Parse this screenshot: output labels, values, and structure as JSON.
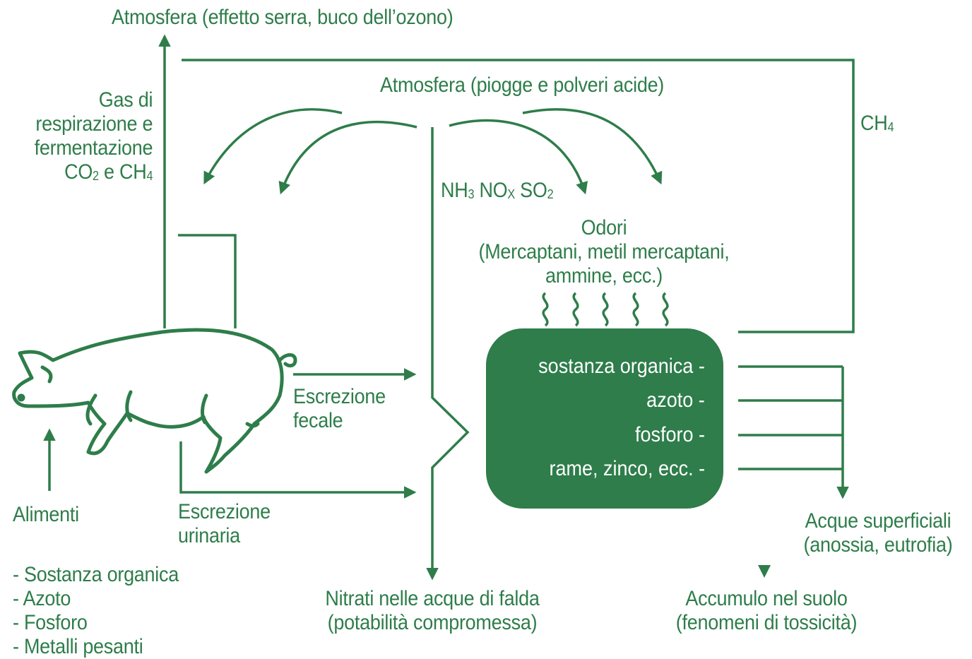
{
  "colors": {
    "accent": "#2e7d4a",
    "box_text": "#ffffff"
  },
  "labels": {
    "atm_top": "Atmosfera (effetto serra, buco dell’ozono)",
    "atm_acid": "Atmosfera (piogge e polveri acide)",
    "gas": [
      "Gas di",
      "respirazione e",
      "fermentazione"
    ],
    "gas_formula": {
      "co": "CO",
      "co_sub": "2",
      "and_ch": " e CH",
      "ch_sub": "4"
    },
    "ch4": {
      "text": "CH",
      "sub": "4"
    },
    "emissions": {
      "nh": "NH",
      "nh_sub": "3",
      "no": " NO",
      "no_sub": "X",
      "so": " SO",
      "so_sub": "2"
    },
    "odori": [
      "Odori",
      "(Mercaptani, metil mercaptani,",
      "ammine, ecc.)"
    ],
    "escrezione_fecale": [
      "Escrezione",
      "fecale"
    ],
    "escrezione_urinaria": [
      "Escrezione",
      "urinaria"
    ],
    "alimenti": "Alimenti",
    "alimenti_list": [
      "- Sostanza organica",
      "- Azoto",
      "- Fosforo",
      "- Metalli pesanti"
    ],
    "nitrati": [
      "Nitrati nelle acque di falda",
      "(potabilità compromessa)"
    ],
    "acque_superficiali": [
      "Acque superficiali",
      "(anossia, eutrofia)"
    ],
    "accumulo": [
      "Accumulo nel suolo",
      "(fenomeni di tossicità)"
    ]
  },
  "box_items": [
    "sostanza organica -",
    "azoto -",
    "fosforo -",
    "rame, zinco, ecc. -"
  ],
  "icons": [
    "pig-icon",
    "odor-wave-icon"
  ]
}
